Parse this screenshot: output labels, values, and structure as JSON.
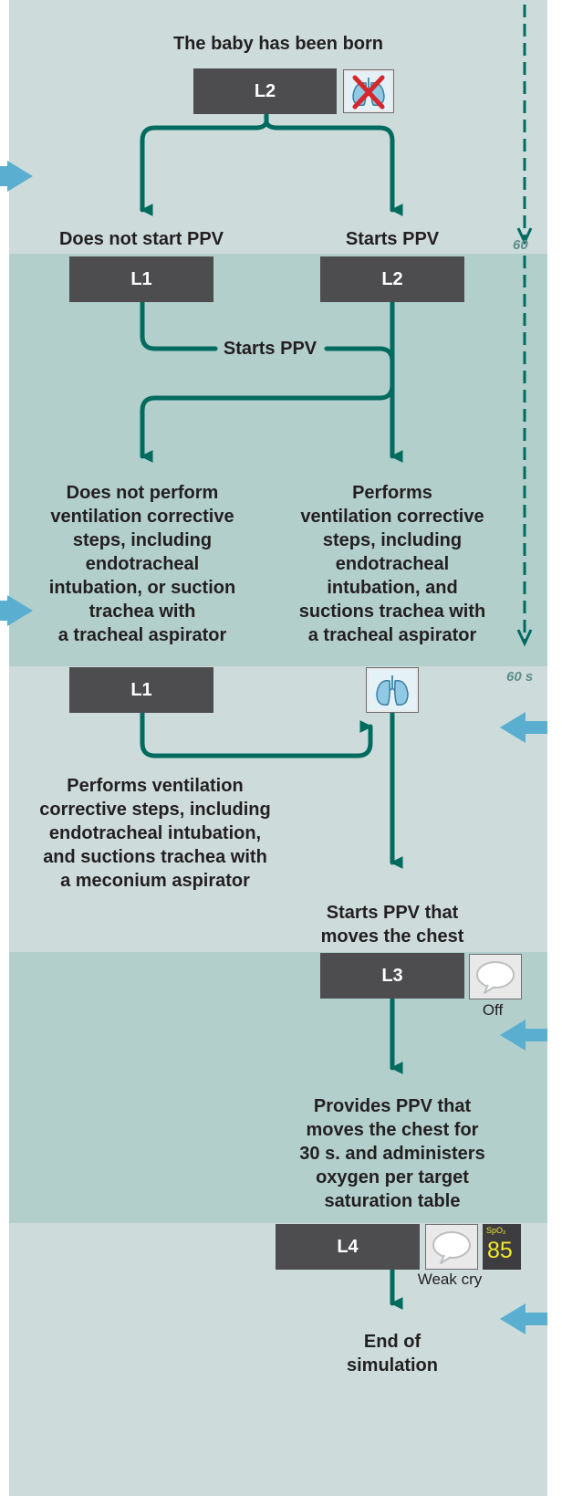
{
  "title": "The baby has been born",
  "boxes": {
    "l2_top": "L2",
    "l1_a": "L1",
    "l2_b": "L2",
    "l1_c": "L1",
    "l3": "L3",
    "l4": "L4"
  },
  "labels": {
    "no_ppv": "Does not start PPV",
    "starts_ppv": "Starts PPV",
    "starts_ppv_mid": "Starts PPV",
    "no_corrective": [
      "Does not perform",
      "ventilation corrective",
      "steps, including",
      "endotracheal",
      "intubation, or suction",
      "trachea with",
      "a tracheal aspirator"
    ],
    "corrective": [
      "Performs",
      "ventilation corrective",
      "steps, including",
      "endotracheal",
      "intubation, and",
      "suctions trachea with",
      "a tracheal aspirator"
    ],
    "meconium": [
      "Performs ventilation",
      "corrective steps, including",
      "endotracheal intubation,",
      "and suctions trachea with",
      "a meconium aspirator"
    ],
    "ppv_chest": [
      "Starts PPV that",
      "moves the chest"
    ],
    "provides": [
      "Provides PPV that",
      "moves the chest for",
      "30 s. and administers",
      "oxygen per target",
      "saturation table"
    ],
    "end": [
      "End of",
      "simulation"
    ]
  },
  "icons": {
    "lungs_crossed": "lungs-crossed-icon",
    "lungs": "lungs-icon",
    "speech_off": "speech-bubble-icon",
    "speech_weak": "speech-bubble-icon"
  },
  "sounds": {
    "off": "Off",
    "weak_cry": "Weak cry"
  },
  "monitor": {
    "label": "SpO₂",
    "value": "85"
  },
  "timers": {
    "t1": "60",
    "t2": "60 s"
  },
  "colors": {
    "arrow": "#006b5e",
    "box": "#4d4d4f",
    "band_light": "#cddcdb",
    "band_dark": "#b2cfcc",
    "side_arrow": "#5aaed0",
    "spo2_text": "#f2e72b"
  }
}
